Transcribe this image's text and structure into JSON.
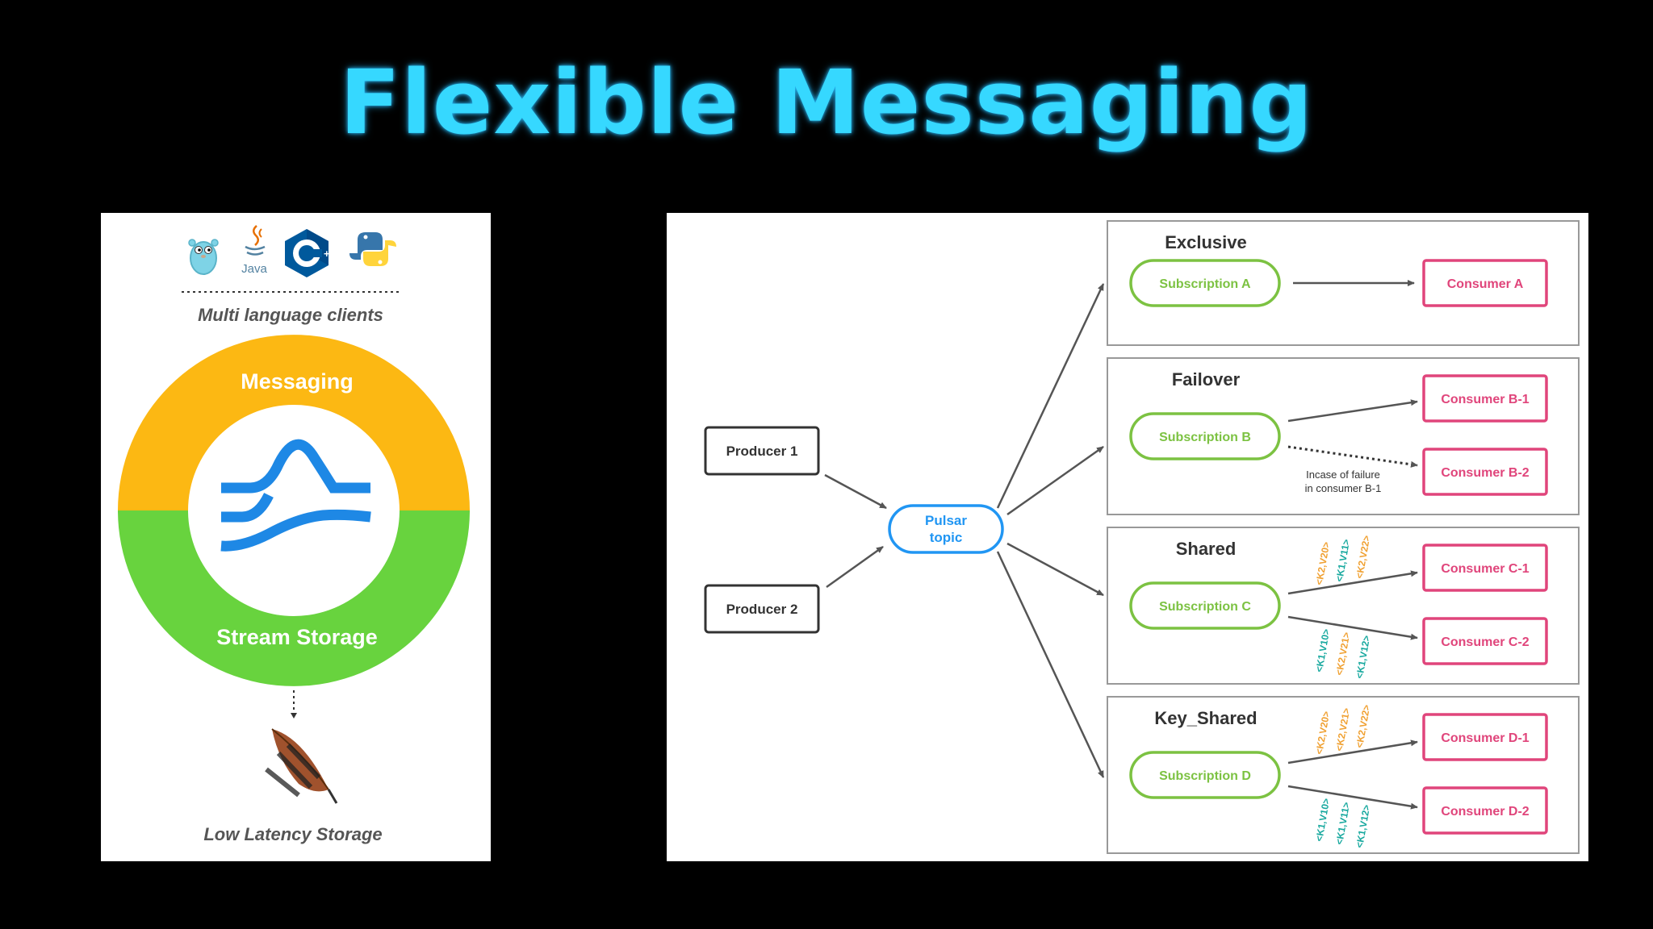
{
  "title": "Flexible Messaging",
  "left": {
    "java_label": "Java",
    "clients_label": "Multi language clients",
    "messaging_label": "Messaging",
    "storage_label": "Stream Storage",
    "low_latency_label": "Low Latency Storage",
    "colors": {
      "messaging": "#FCB813",
      "storage": "#68D33E",
      "logo": "#1E88E5"
    },
    "icons": [
      "gopher-icon",
      "java-icon",
      "cpp-icon",
      "python-icon",
      "pulsar-logo-icon",
      "feather-icon"
    ]
  },
  "diagram": {
    "producers": [
      "Producer 1",
      "Producer 2"
    ],
    "topic": {
      "line1": "Pulsar",
      "line2": "topic"
    },
    "failure_note": {
      "line1": "Incase of failure",
      "line2": "in consumer B-1"
    },
    "groups": [
      {
        "title": "Exclusive",
        "subscription": "Subscription A",
        "consumers": [
          "Consumer A"
        ]
      },
      {
        "title": "Failover",
        "subscription": "Subscription B",
        "consumers": [
          "Consumer B-1",
          "Consumer B-2"
        ]
      },
      {
        "title": "Shared",
        "subscription": "Subscription C",
        "consumers": [
          "Consumer C-1",
          "Consumer C-2"
        ]
      },
      {
        "title": "Key_Shared",
        "subscription": "Subscription D",
        "consumers": [
          "Consumer D-1",
          "Consumer D-2"
        ]
      }
    ],
    "messages": {
      "shared_top": [
        "<K2,V20>",
        "<K1,V11>",
        "<K2,V22>"
      ],
      "shared_bottom": [
        "<K1,V10>",
        "<K2,V21>",
        "<K1,V12>"
      ],
      "key_top": [
        "<K2,V20>",
        "<K2,V21>",
        "<K2,V22>"
      ],
      "key_bottom": [
        "<K1,V10>",
        "<K1,V11>",
        "<K1,V12>"
      ]
    },
    "colors": {
      "subscription": "#7CC242",
      "consumer": "#E0457B",
      "topic": "#2196F3",
      "msg_k1": "#16A89E",
      "msg_k2": "#F0A030"
    }
  }
}
